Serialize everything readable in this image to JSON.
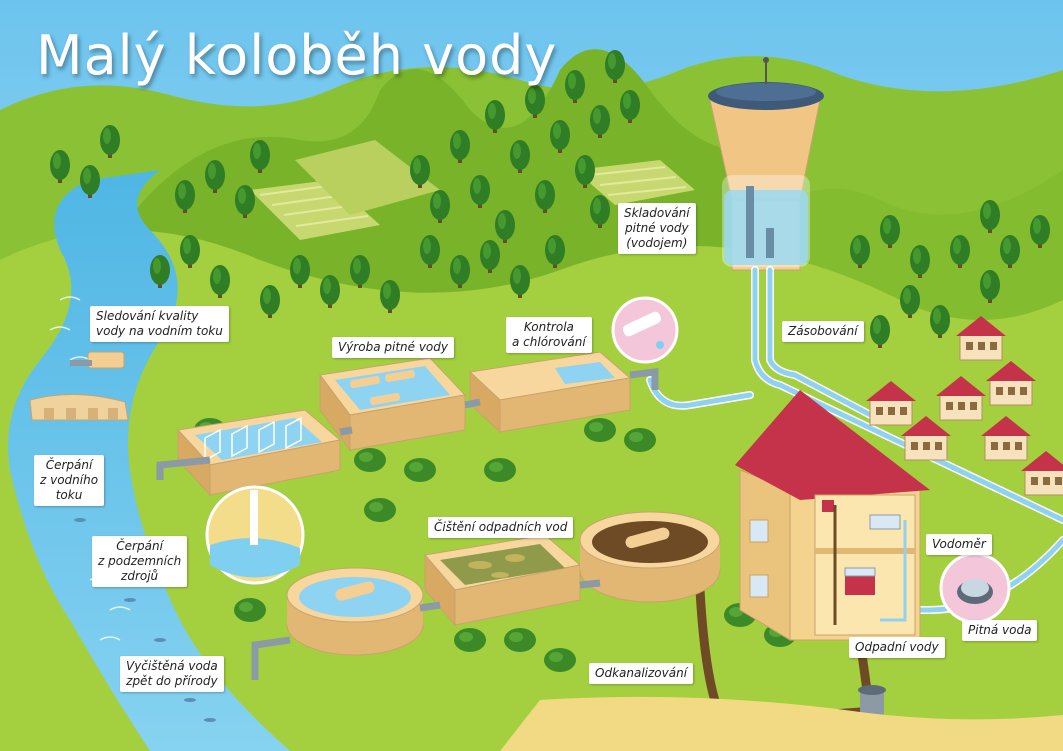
{
  "title": "Malý koloběh vody",
  "labels": {
    "sledovani": [
      "Sledování kvality",
      "vody na vodním toku"
    ],
    "vyroba": "Výroba pitné vody",
    "kontrola": [
      "Kontrola",
      "a chlórování"
    ],
    "skladovani": [
      "Skladování",
      "pitné vody",
      "(vodojem)"
    ],
    "zasobovani": "Zásobování",
    "cerpani_tok": [
      "Čerpání",
      "z vodního",
      "toku"
    ],
    "cerpani_podzemni": [
      "Čerpání",
      "z podzemních",
      "zdrojů"
    ],
    "cisteni": "Čištění odpadních vod",
    "vodomer": "Vodoměr",
    "pitna_voda": "Pitná voda",
    "odpadni_vody": "Odpadní vody",
    "odkanalizovani": "Odkanalizování",
    "vycistena": [
      "Vyčištěná voda",
      "zpět do přírody"
    ]
  },
  "colors": {
    "grass": "#9ccb3b",
    "hill": "#79b32a",
    "sky": "#8ed3f2",
    "river": "#62c3ea",
    "tank": "#f4cf93",
    "roof": "#c4334a",
    "sewer": "#6e4a25"
  }
}
